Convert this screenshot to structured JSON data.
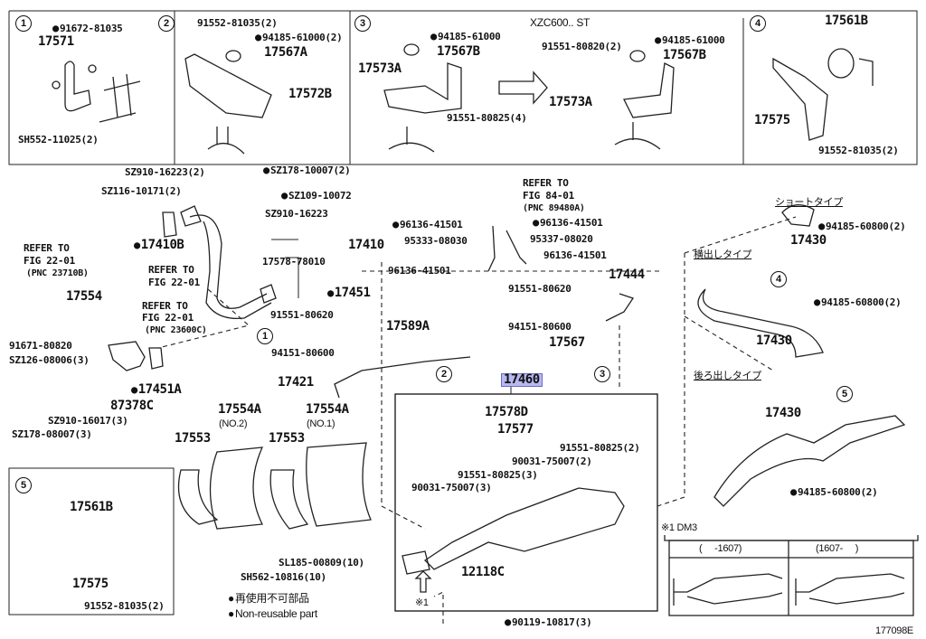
{
  "figure_id": "177098E",
  "highlighted_part": "17460",
  "legend": {
    "jp": "再使用不可部品",
    "en": "Non-reusable part"
  },
  "insets": [
    {
      "id": "1",
      "labels": [
        "91672-81035",
        "17571",
        "SH552-11025(2)"
      ]
    },
    {
      "id": "2",
      "labels": [
        "91552-81035(2)",
        "94185-61000(2)",
        "17567A",
        "17572B"
      ]
    },
    {
      "id": "3",
      "variant": "XZC600.. ST",
      "labels": [
        "94185-61000",
        "17567B",
        "17573A",
        "91551-80825(4)",
        "91551-80820(2)",
        "94185-61000",
        "17567B",
        "17573A"
      ]
    },
    {
      "id": "4",
      "labels": [
        "17561B",
        "17575",
        "91552-81035(2)"
      ]
    },
    {
      "id": "5",
      "labels": [
        "17561B",
        "17575",
        "91552-81035(2)"
      ]
    }
  ],
  "labels": {
    "i1_nut": "91672-81035",
    "i1_bracket": "17571",
    "i1_bolt": "SH552-11025(2)",
    "i2_bolt": "91552-81035(2)",
    "i2_nut": "94185-61000(2)",
    "i2_cush": "17567A",
    "i2_bracket": "17572B",
    "i3_nut": "94185-61000",
    "i3_cush": "17567B",
    "i3_bracket": "17573A",
    "i3_bolt": "91551-80825(4)",
    "i3_variant": "XZC600.. ST",
    "i3b_bolt": "91551-80820(2)",
    "i3b_nut": "94185-61000",
    "i3b_cush": "17567B",
    "i3b_bracket": "17573A",
    "i4_hanger": "17561B",
    "i4_bracket": "17575",
    "i4_bolt": "91552-81035(2)",
    "i5_hanger": "17561B",
    "i5_bracket": "17575",
    "i5_bolt": "91552-81035(2)",
    "sz910_2": "SZ910-16223(2)",
    "sz178": "SZ178-10007(2)",
    "sz116": "SZ116-10171(2)",
    "sz109": "SZ109-10072",
    "sz910": "SZ910-16223",
    "p17410b": "17410B",
    "p17410": "17410",
    "p17578": "17578-78010",
    "ref1a": "REFER TO",
    "ref1b": "FIG 22-01",
    "ref1c": "(PNC 23710B)",
    "ref2a": "REFER TO",
    "ref2b": "FIG 22-01",
    "ref3a": "REFER TO",
    "ref3b": "FIG 22-01",
    "ref3c": "(PNC 23600C)",
    "p17554": "17554",
    "p91671": "91671-80820",
    "sz126": "SZ126-08006(3)",
    "sz910b": "SZ910-16017(3)",
    "sz178b": "SZ178-08007(3)",
    "p87378c": "87378C",
    "p17451a": "17451A",
    "p17451": "17451",
    "b91551a": "91551-80620",
    "n94151a": "94151-80600",
    "p17589a": "17589A",
    "p17421": "17421",
    "ref4a": "REFER TO",
    "ref4b": "FIG 84-01",
    "ref4c": "(PNC 89480A)",
    "c96136a": "96136-41501",
    "c96136b": "96136-41501",
    "h95333": "95333-08030",
    "h95337": "95337-08020",
    "c96136c": "96136-41501",
    "c96136d": "96136-41501",
    "b91551b": "91551-80620",
    "p17444": "17444",
    "n94151b": "94151-80600",
    "p17567": "17567",
    "p17460": "17460",
    "p17578d": "17578D",
    "p17577": "17577",
    "b91551c": "91551-80825(2)",
    "w90031a": "90031-75007(2)",
    "b91551d": "91551-80825(3)",
    "w90031b": "90031-75007(3)",
    "p12118c": "12118C",
    "b90119": "90119-10817(3)",
    "note1": "※1",
    "p17553a": "17553",
    "p17554a2": "17554A",
    "no2": "(NO.2)",
    "p17553b": "17553",
    "p17554a1": "17554A",
    "no1": "(NO.1)",
    "sl185": "SL185-00809(10)",
    "sh562": "SH562-10816(10)",
    "short_type": "ショートタイプ",
    "n94185a": "94185-60800(2)",
    "p17430a": "17430",
    "side_type": "横出しタイプ",
    "n94185b": "94185-60800(2)",
    "p17430b": "17430",
    "rear_type": "後ろ出しタイプ",
    "p17430c": "17430",
    "n94185c": "94185-60800(2)",
    "dm3_title": "※1 DM3",
    "dm3_col1": "(     -1607)",
    "dm3_col2": "(1607-     )"
  }
}
